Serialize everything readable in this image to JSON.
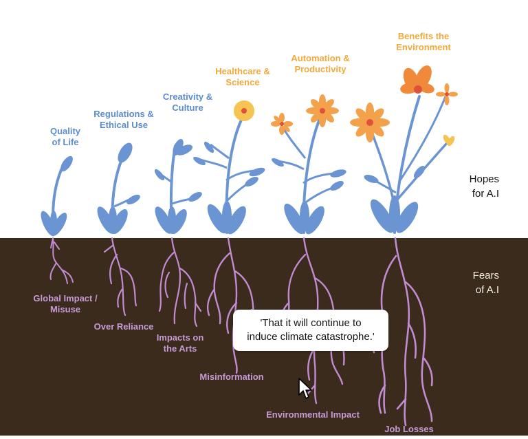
{
  "side_labels": {
    "hopes": "Hopes\nfor A.I",
    "fears": "Fears\nof A.I"
  },
  "hopes": [
    {
      "label": "Quality\nof Life"
    },
    {
      "label": "Regulations &\nEthical Use"
    },
    {
      "label": "Creativity &\nCulture"
    },
    {
      "label": "Healthcare &\nScience"
    },
    {
      "label": "Automation &\nProductivity"
    },
    {
      "label": "Benefits the\nEnvironment"
    }
  ],
  "fears": [
    {
      "label": "Global Impact /\nMisuse"
    },
    {
      "label": "Over Reliance"
    },
    {
      "label": "Impacts on\nthe Arts"
    },
    {
      "label": "Misinformation"
    },
    {
      "label": "Environmental Impact"
    },
    {
      "label": "Job Losses"
    }
  ],
  "tooltip": {
    "text": "'That it will continue to\ninduce climate catastrophe.'"
  },
  "colors": {
    "soil": "#3a2b1d",
    "stem": "#6a95d2",
    "root": "#c28bd2",
    "hope_blue_text": "#5d8ccd",
    "hope_orange_text": "#f2a93a",
    "flower_orange": "#f3a14a",
    "flower_center": "#e0503a"
  }
}
